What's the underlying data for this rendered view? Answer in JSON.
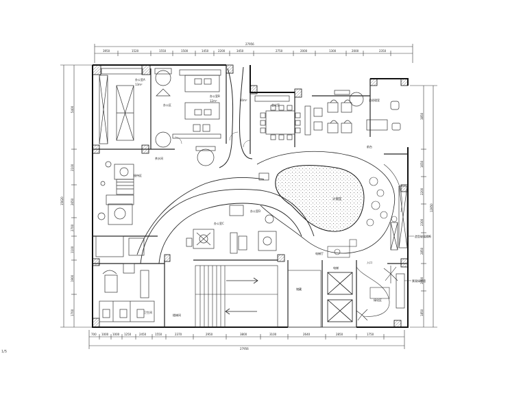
{
  "corner_mark": "1/5",
  "dimensions": {
    "top_total": "27956",
    "bottom_total": "27956",
    "left_total": "15620",
    "right_total": "12850",
    "top_segments": [
      "3950",
      "1520",
      "1550",
      "1500",
      "1450",
      "2200",
      "3450",
      "2750",
      "2000",
      "1300",
      "2000",
      "2350"
    ],
    "bottom_segments": [
      "700",
      "1000",
      "1000",
      "1250",
      "2450",
      "1550",
      "2370",
      "2950",
      "3800",
      "3100",
      "2640",
      "2850",
      "1750"
    ],
    "left_segments": [
      "5400",
      "2100",
      "2650",
      "2700",
      "1100",
      "1900",
      "1700"
    ],
    "right_segments": [
      "3850",
      "1650",
      "2200",
      "2300",
      "2850",
      "2400",
      "1850"
    ]
  },
  "rooms": {
    "office_a": "办公室A",
    "office_a_area": "13m²",
    "office_b": "办公室B",
    "office_b_area": "12m²",
    "corridor_office": "办公区",
    "meeting": "会议室",
    "meeting_area": "40m²",
    "manager": "总经理室",
    "lounge": "接待区",
    "reception": "前台",
    "sand_table": "沙盘区",
    "office_c": "办公室C",
    "office_d": "办公室D",
    "pantry": "茶水间",
    "toilet": "卫生间",
    "stair": "楼梯间",
    "elevator_hall": "电梯厅",
    "lift_shaft": "电梯",
    "storage": "储藏",
    "garden": "绿化区",
    "entry": "入口"
  },
  "callouts": {
    "right_upper": "造型玻璃隔断",
    "right_lower": "景观绿植墙"
  }
}
